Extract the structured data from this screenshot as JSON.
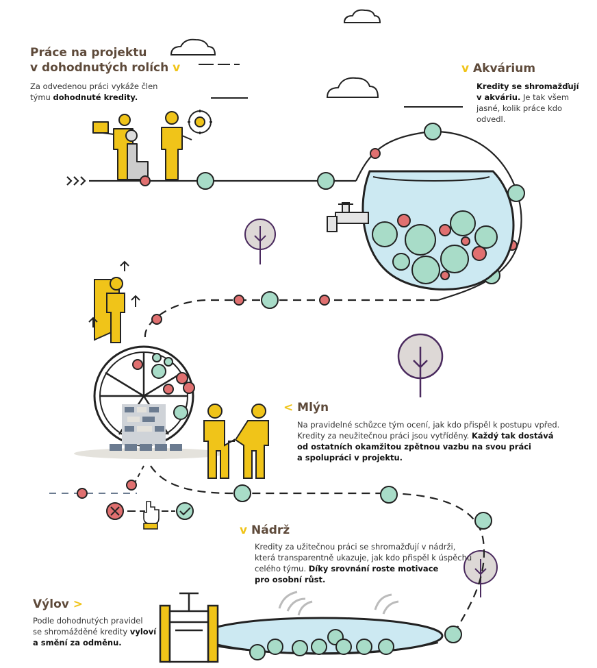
{
  "colors": {
    "brown": "#5e4a3a",
    "yellow": "#f0c419",
    "mint": "#a8dcc8",
    "coral": "#e07070",
    "water": "#cce9f2",
    "ink": "#222222",
    "purple": "#4a2a5e",
    "stone": "#6b7b90"
  },
  "sections": {
    "work": {
      "title_line1": "Práce na projektu",
      "title_line2": "v dohodnutých rolích",
      "chevron": "v",
      "text_a": "Za odvedenou práci vykáže člen",
      "text_b": "týmu ",
      "text_bold": "dohodnuté kredity."
    },
    "aquarium": {
      "chevron": "v",
      "title": "Akvárium",
      "bold_a": "Kredity se shromažďují",
      "bold_b": "v akváriu.",
      "text_b": " Je tak všem",
      "text_c": "jasné, kolik práce kdo",
      "text_d": "odvedl."
    },
    "mill": {
      "chevron": "<",
      "title": "Mlýn",
      "line1": "Na pravidelné schůzce tým ocení, jak kdo přispěl k postupu vpřed.",
      "line2": "Kredity za neužitečnou práci jsou vytříděny. ",
      "line2_bold": "Každý tak dostává",
      "line3_bold": "od ostatních okamžitou zpětnou vazbu na svou práci",
      "line4_bold": "a spolupráci v projektu."
    },
    "tank": {
      "chevron": "v",
      "title": "Nádrž",
      "line1": "Kredity za užitečnou práci se shromažďují v nádrži,",
      "line2": "která transparentně ukazuje, jak kdo přispěl k úspěchu",
      "line3": "celého týmu. ",
      "line3_bold": "Díky srovnání roste motivace",
      "line4_bold": "pro osobní růst."
    },
    "catch": {
      "title": "Výlov",
      "chevron": ">",
      "line1": "Podle dohodnutých pravidel",
      "line2": "se shromážděné kredity ",
      "line2_bold": "vyloví",
      "line3_bold": "a smění za odměnu."
    }
  },
  "icons": [
    "cloud-icon",
    "people-working-icon",
    "gear-cycle-icon",
    "faucet-icon",
    "tree-icon",
    "climbing-person-icon",
    "water-wheel-icon",
    "handshake-icon",
    "reject-icon",
    "hand-pointer-icon",
    "accept-icon",
    "gate-icon",
    "grass-icon"
  ]
}
